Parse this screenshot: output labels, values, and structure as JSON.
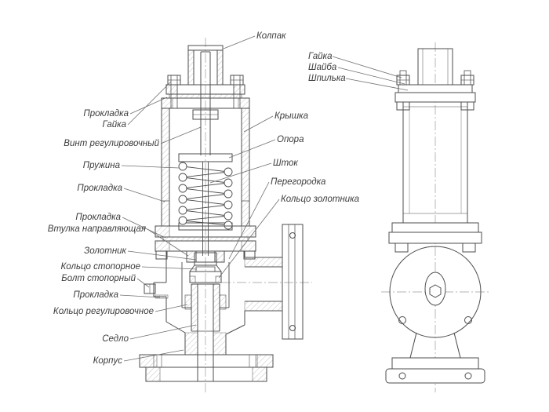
{
  "figure": {
    "type": "technical-drawing",
    "views": [
      "cross-section",
      "external-view"
    ]
  },
  "colors": {
    "line": "#4d4d4d",
    "hatch": "#9a9a9a",
    "leader": "#6f6f6f",
    "centerline": "#9a9a9a",
    "text": "#3c3c3c",
    "background": "#ffffff"
  },
  "labels": {
    "kolpak": "Колпак",
    "gajka_right": "Гайка",
    "shajba": "Шайба",
    "shpilka": "Шпилька",
    "prokladka_1": "Прокладка",
    "gajka": "Гайка",
    "vint_regulirovochnyj": "Винт регулировочный",
    "pruzhina": "Пружина",
    "prokladka_2": "Прокладка",
    "prokladka_3": "Прокладка",
    "vtulka_napravlyayushchaya": "Втулка направляющая",
    "zolotnik": "Золотник",
    "kolco_stopornoe": "Кольцо стопорное",
    "bolt_stopornyj": "Болт стопорный",
    "prokladka_4": "Прокладка",
    "kolco_regulirovochnoe": "Кольцо регулировочное",
    "sedlo": "Седло",
    "korpus": "Корпус",
    "kryshka": "Крышка",
    "opora": "Опора",
    "shtok": "Шток",
    "peregorodka": "Перегородка",
    "kolco_zolotnika": "Кольцо золотника"
  }
}
